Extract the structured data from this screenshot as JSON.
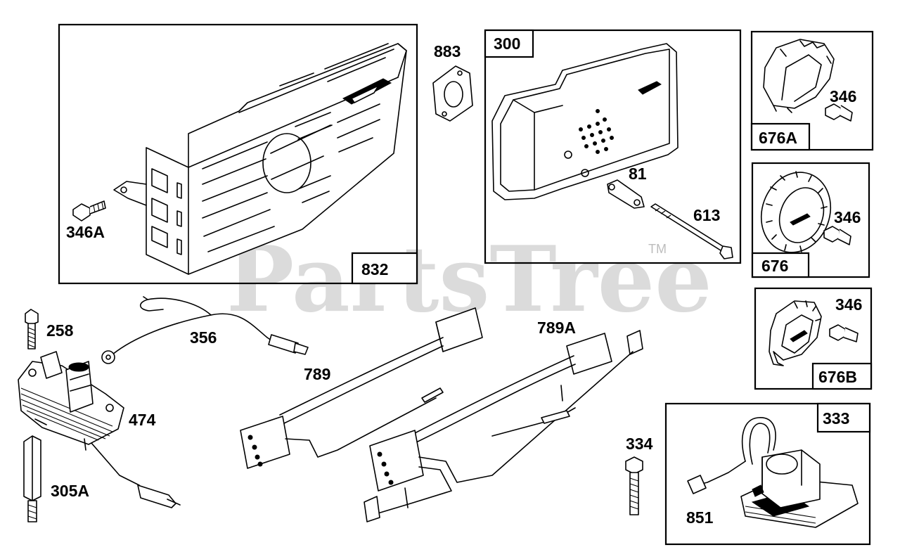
{
  "watermark": {
    "text": "PartsTree",
    "trademark": "TM"
  },
  "parts": {
    "p832": "832",
    "p346A": "346A",
    "p883": "883",
    "p300": "300",
    "p81": "81",
    "p613": "613",
    "p346_1": "346",
    "p676A": "676A",
    "p346_2": "346",
    "p676": "676",
    "p346_3": "346",
    "p676B": "676B",
    "p258": "258",
    "p356": "356",
    "p474": "474",
    "p305A": "305A",
    "p789": "789",
    "p789A": "789A",
    "p334": "334",
    "p333": "333",
    "p851": "851"
  }
}
